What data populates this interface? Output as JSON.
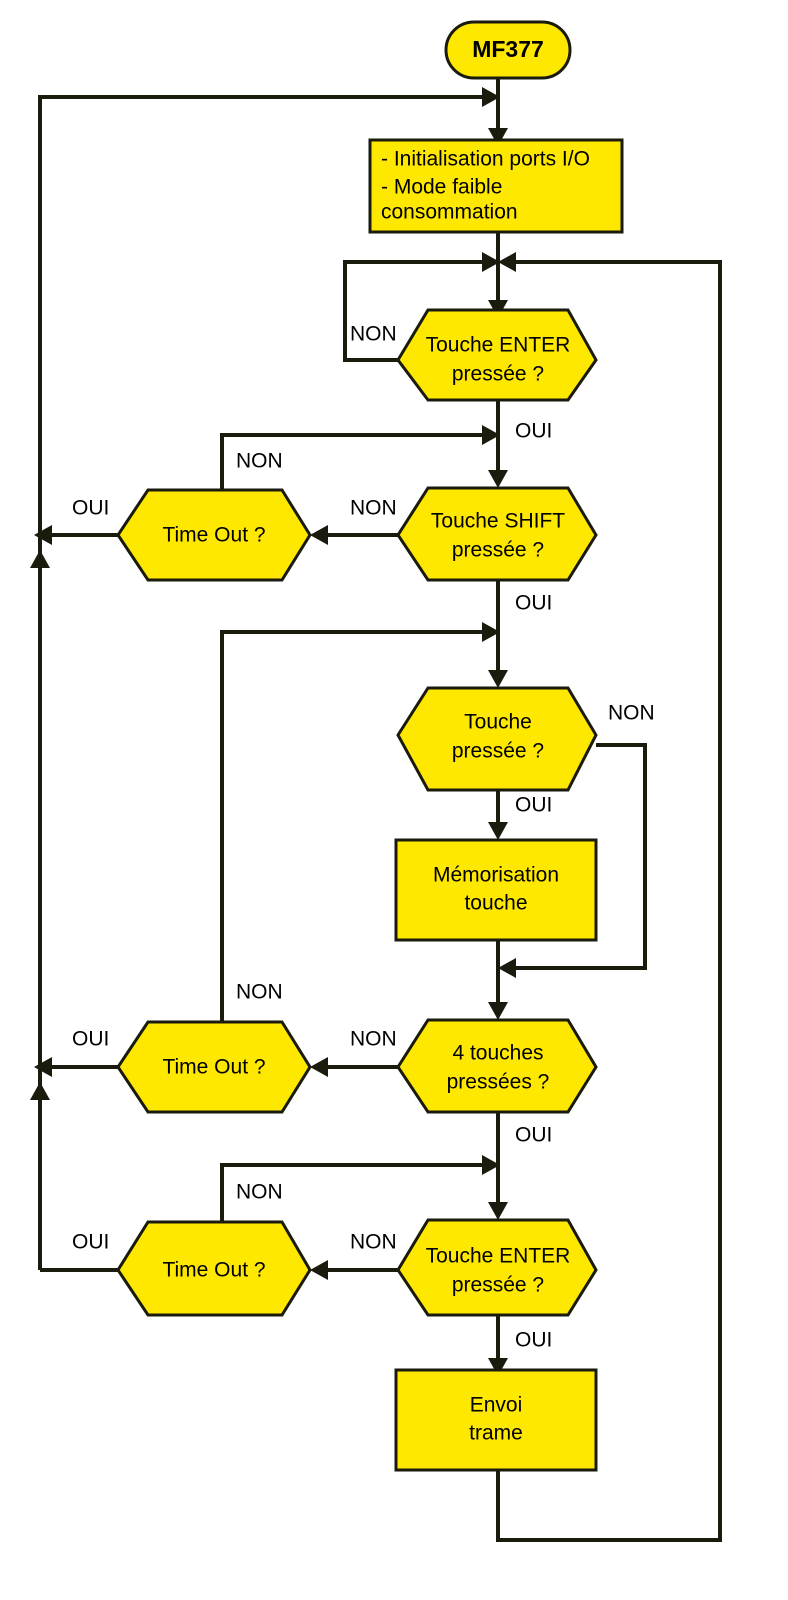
{
  "diagram": {
    "title": "MF377 keypad scanning flowchart",
    "colors": {
      "node_fill": "#FFE800",
      "node_stroke": "#1a1a0d",
      "line": "#1a1a0d",
      "background": "#FFFFFF",
      "text": "#000000"
    },
    "nodes": {
      "start": {
        "label": "MF377",
        "shape": "terminator"
      },
      "init": {
        "line1": "- Initialisation ports I/O",
        "line2": "- Mode faible",
        "line3": "  consommation",
        "shape": "process"
      },
      "enter1": {
        "line1": "Touche ENTER",
        "line2": "pressée ?",
        "shape": "decision"
      },
      "timeout1": {
        "line1": "Time Out ?",
        "shape": "decision"
      },
      "shift": {
        "line1": "Touche SHIFT",
        "line2": "pressée ?",
        "shape": "decision"
      },
      "touche": {
        "line1": "Touche",
        "line2": "pressée ?",
        "shape": "decision"
      },
      "memo": {
        "line1": "Mémorisation",
        "line2": "touche",
        "shape": "process"
      },
      "timeout2": {
        "line1": "Time Out ?",
        "shape": "decision"
      },
      "quatre": {
        "line1": "4 touches",
        "line2": "pressées ?",
        "shape": "decision"
      },
      "timeout3": {
        "line1": "Time Out ?",
        "shape": "decision"
      },
      "enter2": {
        "line1": "Touche ENTER",
        "line2": "pressée ?",
        "shape": "decision"
      },
      "envoi": {
        "line1": "Envoi",
        "line2": "trame",
        "shape": "process"
      }
    },
    "edge_labels": {
      "enter1_non": "NON",
      "enter1_oui": "OUI",
      "shift_non": "NON",
      "shift_oui": "OUI",
      "timeout1_non": "NON",
      "timeout1_oui": "OUI",
      "touche_non": "NON",
      "touche_oui": "OUI",
      "quatre_non": "NON",
      "quatre_oui": "OUI",
      "timeout2_non": "NON",
      "timeout2_oui": "OUI",
      "enter2_non": "NON",
      "enter2_oui": "OUI",
      "timeout3_non": "NON",
      "timeout3_oui": "OUI"
    }
  }
}
